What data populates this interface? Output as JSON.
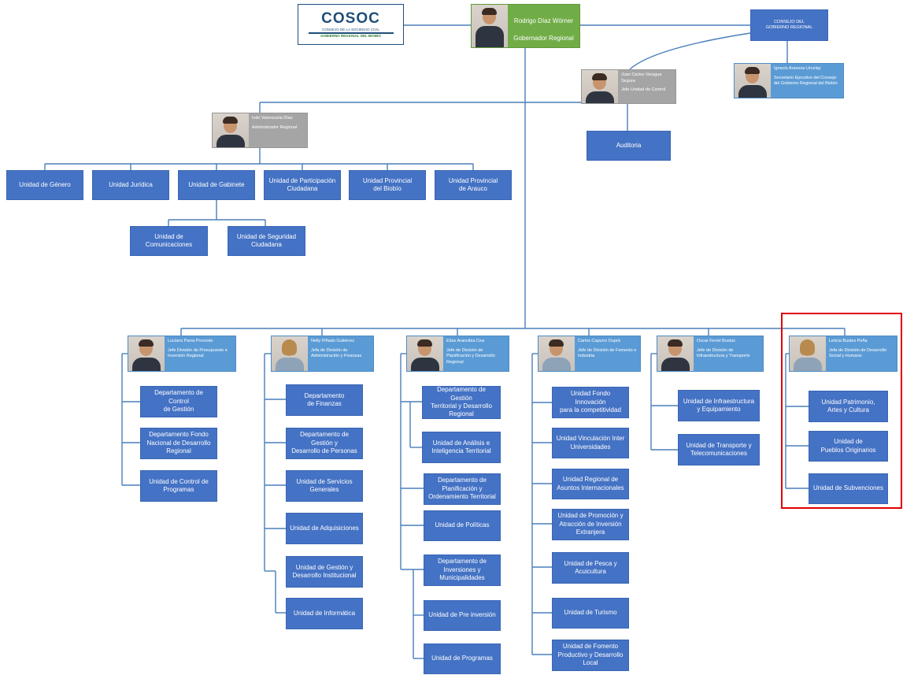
{
  "logo": {
    "title": "COSOC",
    "line1": "CONSEJO DE LA SOCIEDAD CIVIL",
    "line2": "GOBIERNO REGIONAL DEL BIOBÍO"
  },
  "governor": {
    "name": "Rodrigo Díaz Wörner",
    "role": "Gobernador Regional"
  },
  "consejo": {
    "label": "CONSEJO DEL\nGOBIERNO REGIONAL"
  },
  "secretario": {
    "name": "Ignacio Aravena Urcelay",
    "role": "Secretario Ejecutivo del Consejo del Gobierno Regional del Biobío"
  },
  "control": {
    "name": "Juan Carlos Veragua Segura",
    "role": "Jefe Unidad de Control"
  },
  "auditoria": {
    "label": "Auditoria"
  },
  "administrador": {
    "name": "Iván Valenzuela Díaz",
    "role": "Administrador Regional"
  },
  "admin_units": [
    "Unidad de Género",
    "Unidad Jurídica",
    "Unidad de Gabinete",
    "Unidad de Participación\nCiudadana",
    "Unidad Provincial\ndel Biobío",
    "Unidad Provincial\nde Arauco"
  ],
  "gabinete_units": [
    "Unidad de Comunicaciones",
    "Unidad de Seguridad\nCiudadana"
  ],
  "divisions": [
    {
      "name": "Luciano Parra Provoste",
      "role": "Jefe División de Presupuesto e Inversión Regional",
      "units": [
        "Departamento de Control\nde Gestión",
        "Departamento Fondo\nNacional de Desarrollo\nRegional",
        "Unidad de Control de\nProgramas"
      ]
    },
    {
      "name": "Nelly Piñado Gutiérrez",
      "role": "Jefa de División de Administración y Finanzas",
      "units": [
        "Departamento\nde Finanzas",
        "Departamento de Gestión y\nDesarrollo de Personas",
        "Unidad de Servicios\nGenerales",
        "Unidad de Adquisiciones",
        "Unidad de Gestión y\nDesarrollo Institucional",
        "Unidad de Informática"
      ]
    },
    {
      "name": "Elías Arancibia Cea",
      "role": "Jefe de División de Planificación y Desarrollo Regional",
      "units": [
        "Departamento de Gestión\nTerritorial y Desarrollo\nRegional",
        "Unidad de Análisis e\nInteligencia Territorial",
        "Departamento de\nPlanificación y\nOrdenamiento Territorial",
        "Unidad de Políticas",
        "Departamento de\nInversiones y\nMunicipalidades",
        "Unidad de Pre inversión",
        "Unidad de Programas"
      ]
    },
    {
      "name": "Carlos Capurro Duprá",
      "role": "Jefe de División de Fomento e Industria",
      "units": [
        "Unidad Fondo Innovación\npara la competitividad",
        "Unidad Vinculación Inter\nUniversidades",
        "Unidad Regional de\nAsuntos Internacionales",
        "Unidad de Promoción y\nAtracción de Inversión\nExtranjera",
        "Unidad de Pesca y\nAcuicultura",
        "Unidad de Turismo",
        "Unidad de Fomento\nProductivo y Desarrollo\nLocal"
      ]
    },
    {
      "name": "Oscar Ferrel Bustos",
      "role": "Jefe de División de Infraestructura y Transporte",
      "units": [
        "Unidad de Infraestructura\ny Equipamiento",
        "Unidad de Transporte y\nTelecomunicaciones"
      ]
    },
    {
      "name": "Leticia Bustos Peña",
      "role": "Jefa de División de Desarrollo Social y Humano",
      "units": [
        "Unidad Patrimonio,\nArtes y Cultura",
        "Unidad de\nPueblos Originarios",
        "Unidad de Subvenciones"
      ]
    }
  ],
  "colors": {
    "box": "#4472c4",
    "person": "#5b9bd5",
    "gray": "#a5a5a5",
    "governor": "#70ad47",
    "highlight": "#e00000",
    "line": "#4a7ebb"
  }
}
